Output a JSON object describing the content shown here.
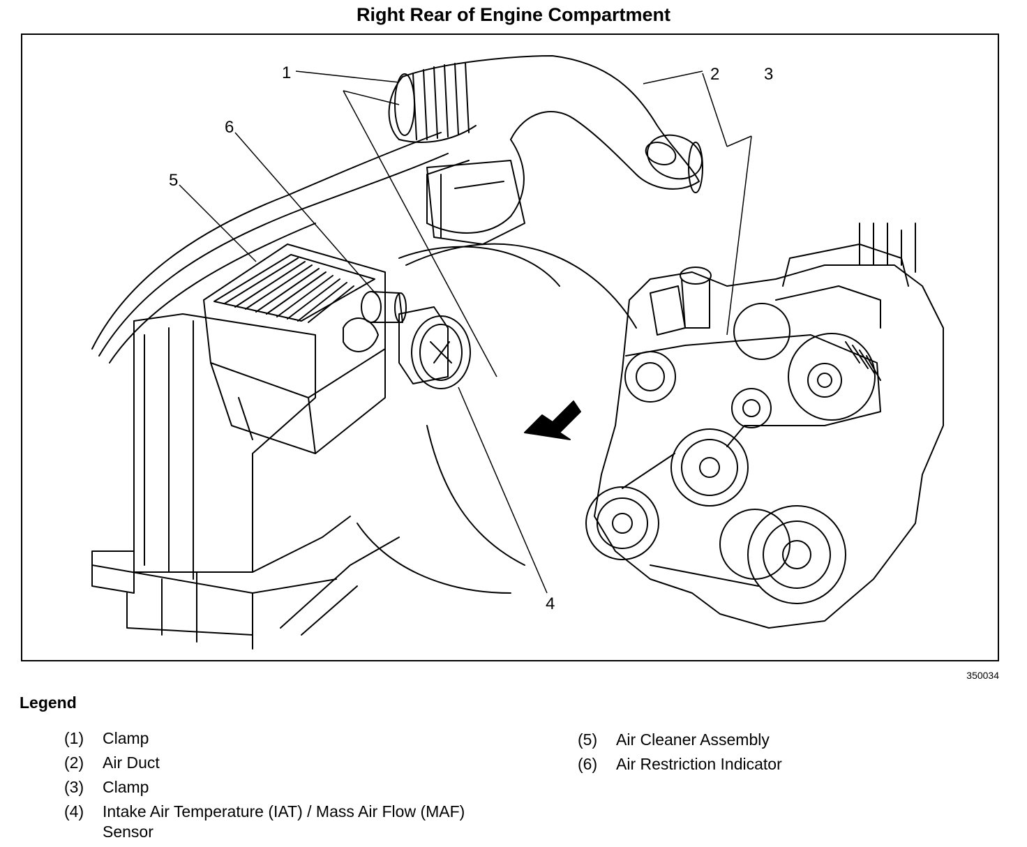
{
  "title": "Right Rear of Engine Compartment",
  "figure_id": "350034",
  "callouts": [
    "1",
    "2",
    "3",
    "4",
    "5",
    "6"
  ],
  "legend": {
    "heading": "Legend",
    "items": [
      {
        "num": "(1)",
        "text": "Clamp"
      },
      {
        "num": "(2)",
        "text": "Air Duct"
      },
      {
        "num": "(3)",
        "text": "Clamp"
      },
      {
        "num": "(4)",
        "text": "Intake Air Temperature (IAT) / Mass Air Flow (MAF) Sensor"
      },
      {
        "num": "(5)",
        "text": "Air Cleaner Assembly"
      },
      {
        "num": "(6)",
        "text": "Air Restriction Indicator"
      }
    ]
  }
}
